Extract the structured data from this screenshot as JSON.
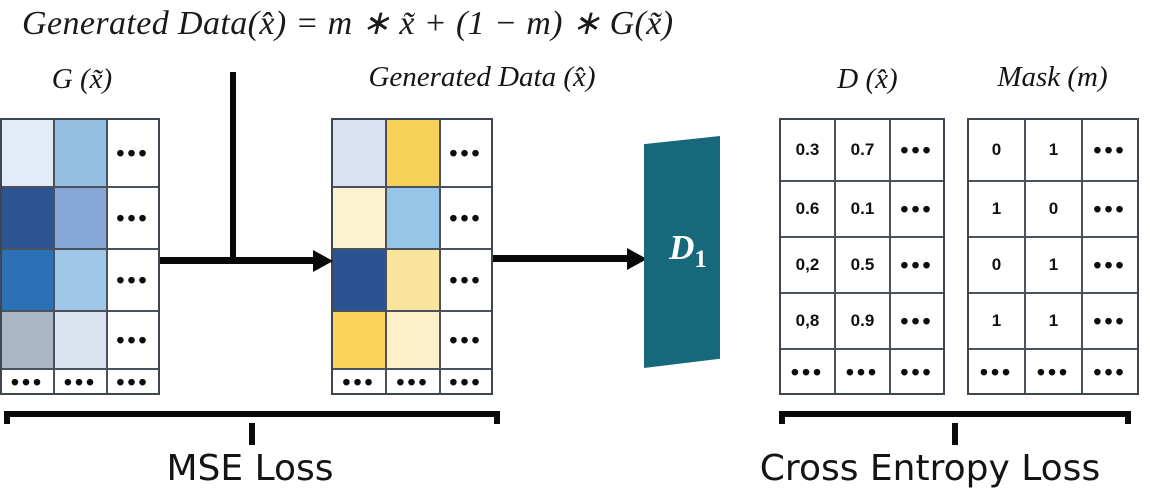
{
  "formula": "Generated Data(x̂) = m ∗ x̃ + (1 − m) ∗ G(x̃)",
  "headers": {
    "generator_output": "G (x̃)",
    "generated_data": "Generated Data (x̂)",
    "discriminator_output": "D (x̂)",
    "mask": "Mask (m)"
  },
  "ellipsis": "•••",
  "discriminator": {
    "label_base": "D",
    "label_sub": "1",
    "color": "#16697a"
  },
  "matrices": {
    "generator_output": {
      "name": "G (x̃)",
      "rows": [
        [
          {
            "value": "",
            "color": "#e1ecf7"
          },
          {
            "value": "",
            "color": "#94c0e3"
          },
          {
            "value": "•••",
            "color": "#ffffff"
          }
        ],
        [
          {
            "value": "",
            "color": "#2c5490"
          },
          {
            "value": "",
            "color": "#88a7d9"
          },
          {
            "value": "•••",
            "color": "#ffffff"
          }
        ],
        [
          {
            "value": "",
            "color": "#2a72b5"
          },
          {
            "value": "",
            "color": "#9fc8e8"
          },
          {
            "value": "•••",
            "color": "#ffffff"
          }
        ],
        [
          {
            "value": "",
            "color": "#aab5c6"
          },
          {
            "value": "",
            "color": "#dae1ef"
          },
          {
            "value": "•••",
            "color": "#ffffff"
          }
        ],
        [
          {
            "value": "•••",
            "color": "#ffffff"
          },
          {
            "value": "•••",
            "color": "#ffffff"
          },
          {
            "value": "•••",
            "color": "#ffffff"
          }
        ]
      ]
    },
    "generated_data": {
      "name": "Generated Data (x̂)",
      "rows": [
        [
          {
            "value": "",
            "color": "#dae1f2"
          },
          {
            "value": "",
            "color": "#f8d159"
          },
          {
            "value": "•••",
            "color": "#ffffff"
          }
        ],
        [
          {
            "value": "",
            "color": "#fdf2cf"
          },
          {
            "value": "",
            "color": "#97c5e8"
          },
          {
            "value": "•••",
            "color": "#ffffff"
          }
        ],
        [
          {
            "value": "",
            "color": "#2b5394"
          },
          {
            "value": "",
            "color": "#fae39b"
          },
          {
            "value": "•••",
            "color": "#ffffff"
          }
        ],
        [
          {
            "value": "",
            "color": "#fbd25a"
          },
          {
            "value": "",
            "color": "#fdf0c8"
          },
          {
            "value": "•••",
            "color": "#ffffff"
          }
        ],
        [
          {
            "value": "•••",
            "color": "#ffffff"
          },
          {
            "value": "•••",
            "color": "#ffffff"
          },
          {
            "value": "•••",
            "color": "#ffffff"
          }
        ]
      ]
    },
    "discriminator_output": {
      "name": "D (x̂)",
      "rows": [
        [
          {
            "value": "0.3",
            "color": "#ffffff"
          },
          {
            "value": "0.7",
            "color": "#ffffff"
          },
          {
            "value": "•••",
            "color": "#ffffff"
          }
        ],
        [
          {
            "value": "0.6",
            "color": "#ffffff"
          },
          {
            "value": "0.1",
            "color": "#ffffff"
          },
          {
            "value": "•••",
            "color": "#ffffff"
          }
        ],
        [
          {
            "value": "0,2",
            "color": "#ffffff"
          },
          {
            "value": "0.5",
            "color": "#ffffff"
          },
          {
            "value": "•••",
            "color": "#ffffff"
          }
        ],
        [
          {
            "value": "0,8",
            "color": "#ffffff"
          },
          {
            "value": "0.9",
            "color": "#ffffff"
          },
          {
            "value": "•••",
            "color": "#ffffff"
          }
        ],
        [
          {
            "value": "•••",
            "color": "#ffffff"
          },
          {
            "value": "•••",
            "color": "#ffffff"
          },
          {
            "value": "•••",
            "color": "#ffffff"
          }
        ]
      ]
    },
    "mask": {
      "name": "Mask (m)",
      "rows": [
        [
          {
            "value": "0",
            "color": "#ffffff"
          },
          {
            "value": "1",
            "color": "#ffffff"
          },
          {
            "value": "•••",
            "color": "#ffffff"
          }
        ],
        [
          {
            "value": "1",
            "color": "#ffffff"
          },
          {
            "value": "0",
            "color": "#ffffff"
          },
          {
            "value": "•••",
            "color": "#ffffff"
          }
        ],
        [
          {
            "value": "0",
            "color": "#ffffff"
          },
          {
            "value": "1",
            "color": "#ffffff"
          },
          {
            "value": "•••",
            "color": "#ffffff"
          }
        ],
        [
          {
            "value": "1",
            "color": "#ffffff"
          },
          {
            "value": "1",
            "color": "#ffffff"
          },
          {
            "value": "•••",
            "color": "#ffffff"
          }
        ],
        [
          {
            "value": "•••",
            "color": "#ffffff"
          },
          {
            "value": "•••",
            "color": "#ffffff"
          },
          {
            "value": "•••",
            "color": "#ffffff"
          }
        ]
      ]
    }
  },
  "losses": {
    "mse": "MSE Loss",
    "cross_entropy": "Cross Entropy Loss"
  }
}
